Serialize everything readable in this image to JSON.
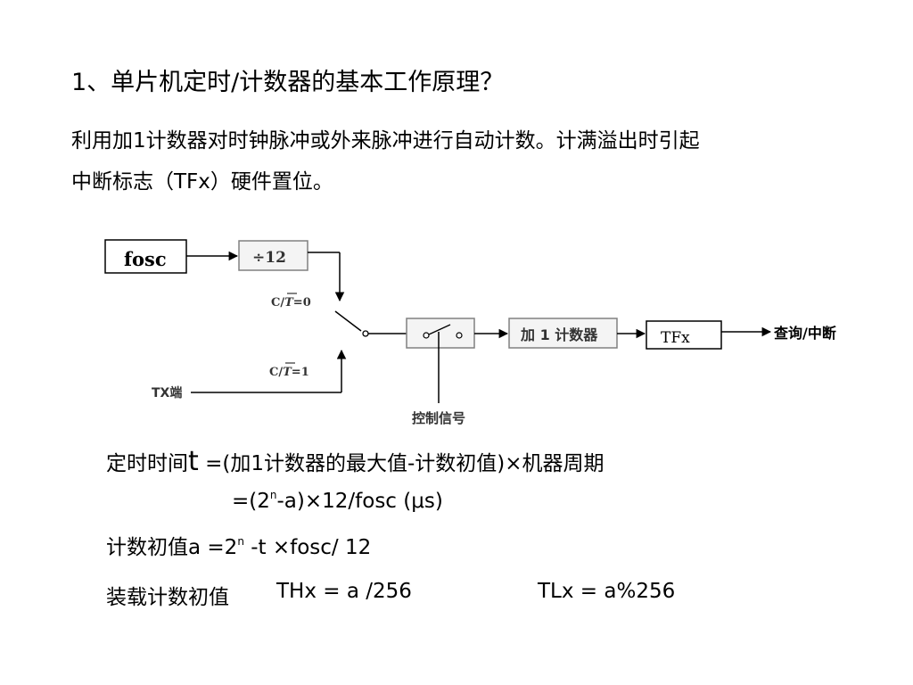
{
  "title": "1、单片机定时/计数器的基本工作原理？",
  "intro": {
    "line1": "利用加1计数器对时钟脉冲或外来脉冲进行自动计数。计满溢出时引起",
    "line2": "中断标志（TFx）硬件置位。"
  },
  "diagram": {
    "fosc": "fosc",
    "divider": "÷12",
    "switch_upper_c": "C/",
    "switch_upper_t": "T",
    "switch_upper_val": "=0",
    "switch_lower_c": "C/",
    "switch_lower_t": "T",
    "switch_lower_val": "=1",
    "tx_input": "TX端",
    "counter": "加 1 计数器",
    "flag": "TFx",
    "output": "查询/中断",
    "control": "控制信号"
  },
  "formulas": {
    "timing_label": "定时时间",
    "timing_var": "t",
    "timing_rhs": " =(加1计数器的最大值-计数初值)×机器周期",
    "timing_line2_a": "=(2",
    "timing_line2_exp": "n",
    "timing_line2_b": "-a)×12/fosc  (μs)",
    "initial_label": "计数初值a =2",
    "initial_exp": "n",
    "initial_rest": " -t ×fosc/ 12",
    "load_label": "装载计数初值",
    "thx": "THx = a /256",
    "tlx": "TLx = a%256"
  },
  "colors": {
    "line": "#000000",
    "box_border": "#7f7f7f",
    "box_fill": "#f2f2f2"
  }
}
